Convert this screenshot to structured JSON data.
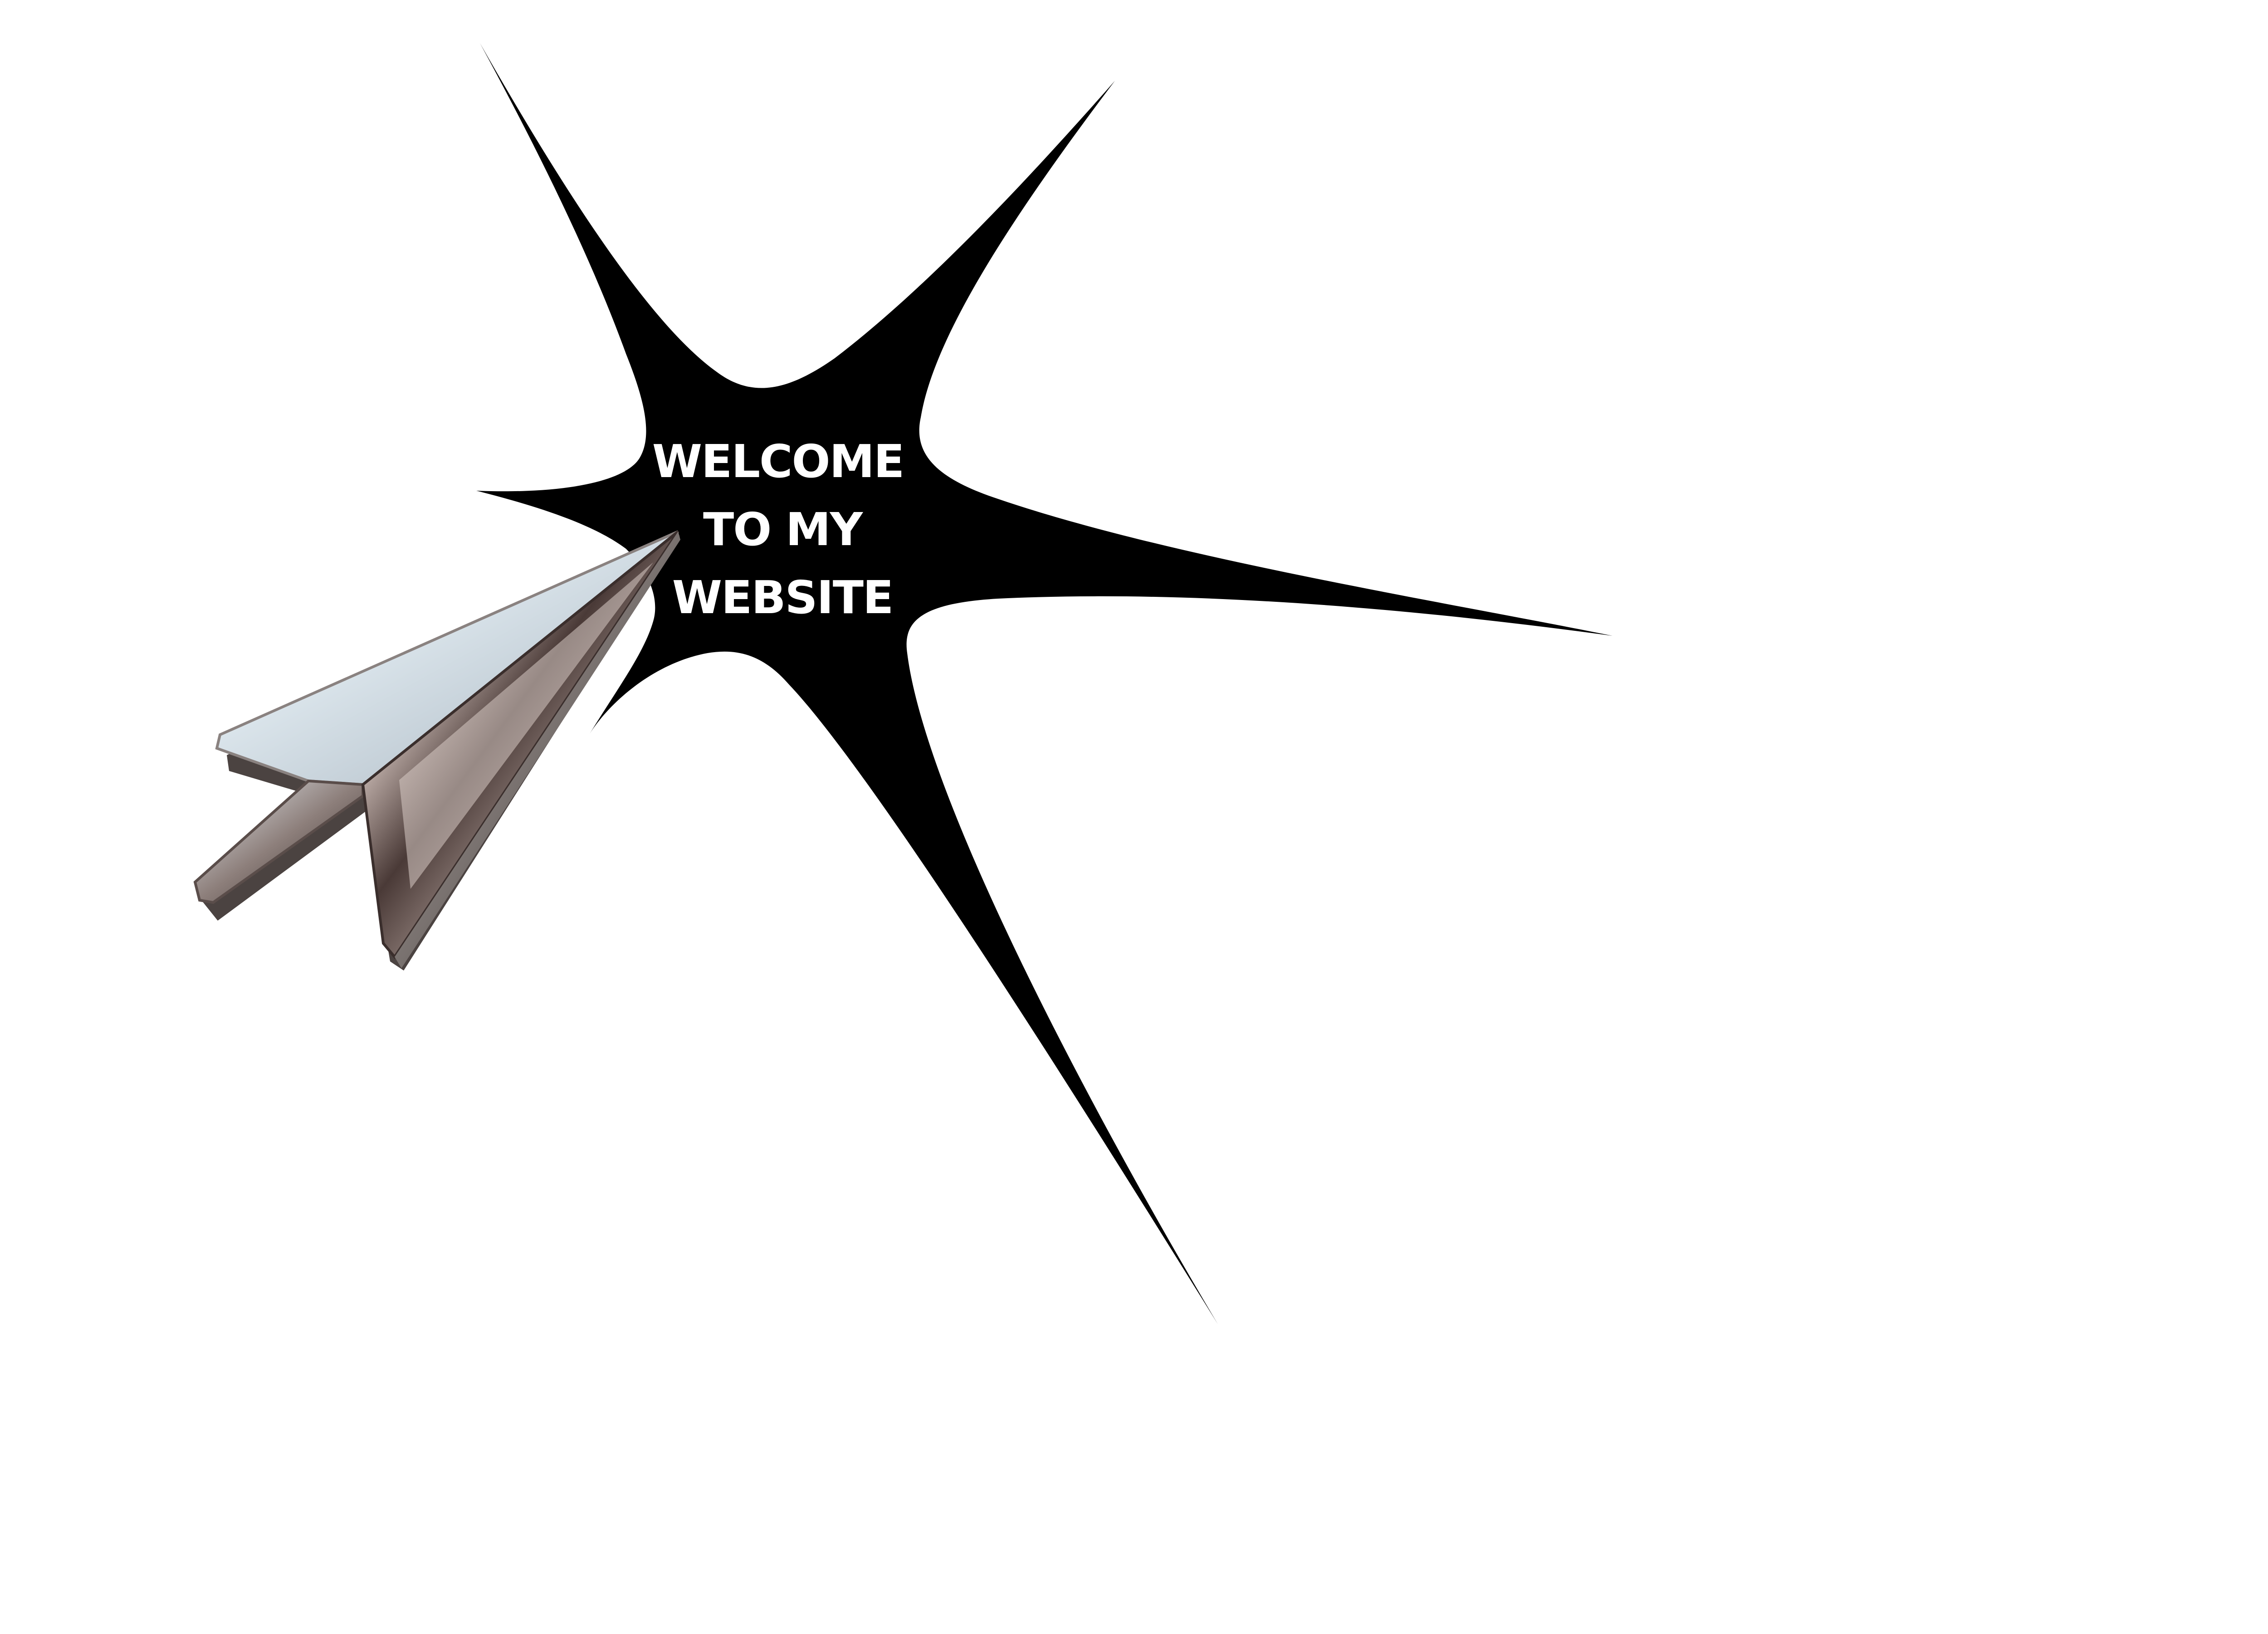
{
  "welcome": {
    "line1": "WELCOME",
    "line2": "TO MY",
    "line3": "WEBSITE"
  },
  "icons": {
    "starburst": "starburst-icon",
    "cursor": "chrome-arrow-cursor-icon"
  },
  "colors": {
    "background": "#ffffff",
    "starburst": "#000000",
    "text": "#ffffff",
    "chrome_light": "#e6eef3",
    "chrome_mid": "#b4b4bc",
    "chrome_dark": "#3a2e2c"
  }
}
